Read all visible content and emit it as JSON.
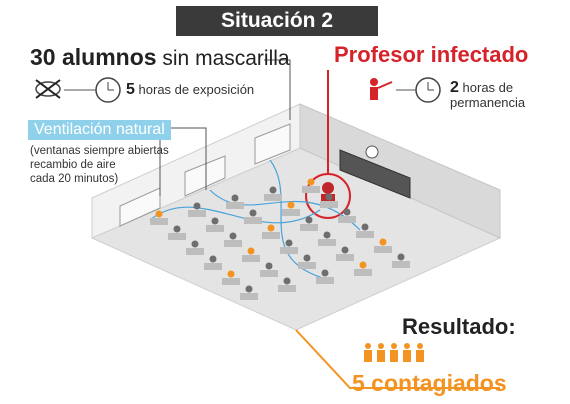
{
  "title": "Situación 2",
  "students": {
    "count": "30 alumnos",
    "condition": "sin mascarilla",
    "exposure_hours": "5",
    "exposure_text": "horas de exposición",
    "icon": "crossed-mask-icon"
  },
  "professor": {
    "label": "Profesor infectado",
    "hours": "2",
    "hours_text_1": "horas de",
    "hours_text_2": "permanencia",
    "color": "#d6232a"
  },
  "ventilation": {
    "label": "Ventilación natural",
    "note_1": "(ventanas siempre abiertas",
    "note_2": "recambio de aire",
    "note_3": "cada 20 minutos)",
    "color": "#8fd0ea"
  },
  "result": {
    "title": "Resultado:",
    "count_label": "5 contagiados",
    "infected_icons": 5,
    "color": "#f39422"
  }
}
